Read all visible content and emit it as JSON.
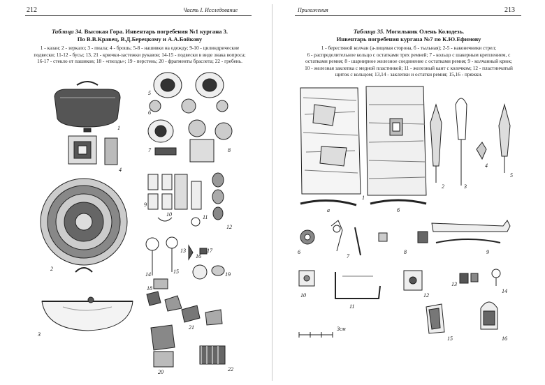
{
  "left_page": {
    "page_number": "212",
    "running_head": "Часть I. Исследование",
    "caption": {
      "table_label": "Таблица 34.",
      "title_line1": "Высокая Гора. Инвентарь погребения №1 кургана 3.",
      "title_line2": "По В.В.Кравец, В.Д.Берецкому и А.А.Бойкову",
      "legend_lines": [
        "1 - казан; 2 - зеркало; 3 - пиала; 4 - брошь; 5-8 - нашивки на одежду; 9-10 - цилиндрические",
        "подвески; 11-12 - бусы; 13, 21 - крючки-застежки рукавов; 14-15 - подвески в виде знака вопроса;",
        "16-17 - стекло от пашиков; 18 - «гвоздь»; 19 - перстень; 20 - фрагменты браслета; 22 - гребень."
      ]
    },
    "figure_labels": [
      "1",
      "2",
      "3",
      "4",
      "5",
      "6",
      "7",
      "8",
      "9",
      "10",
      "11",
      "12",
      "13",
      "14",
      "15",
      "16",
      "17",
      "18",
      "19",
      "20",
      "21",
      "22"
    ]
  },
  "right_page": {
    "page_number": "213",
    "running_head": "Приложения",
    "caption": {
      "table_label": "Таблица 35.",
      "title_line1": "Могильник Олень Колодезь.",
      "title_line2": "Инвентарь погребения кургана №7 по К.Ю.Ефимову",
      "legend_lines": [
        "1 - берестяной колчан (а-лицевая сторона, б - тыльная); 2-5 - наконечники стрел;",
        "6 - распределительное кольцо с остатками трех ремней; 7 - кольцо с шакерным креплением, с",
        "остатками ремня; 8 - шарнирное железное соединение с остатками ремня; 9 - колчанный крюк;",
        "10 - железная заклепка с медной пластинкой; 11 - железный кант с колечком; 12 - пластинчатый",
        "щиток с кольцом; 13,14 - заклепки и остатки ремня; 15,16 - пряжки."
      ]
    },
    "figure_labels": [
      "а",
      "б",
      "1",
      "2",
      "3",
      "4",
      "5",
      "6",
      "7",
      "8",
      "9",
      "10",
      "11",
      "12",
      "13",
      "14",
      "15",
      "16"
    ],
    "scale_bar": "3см"
  }
}
